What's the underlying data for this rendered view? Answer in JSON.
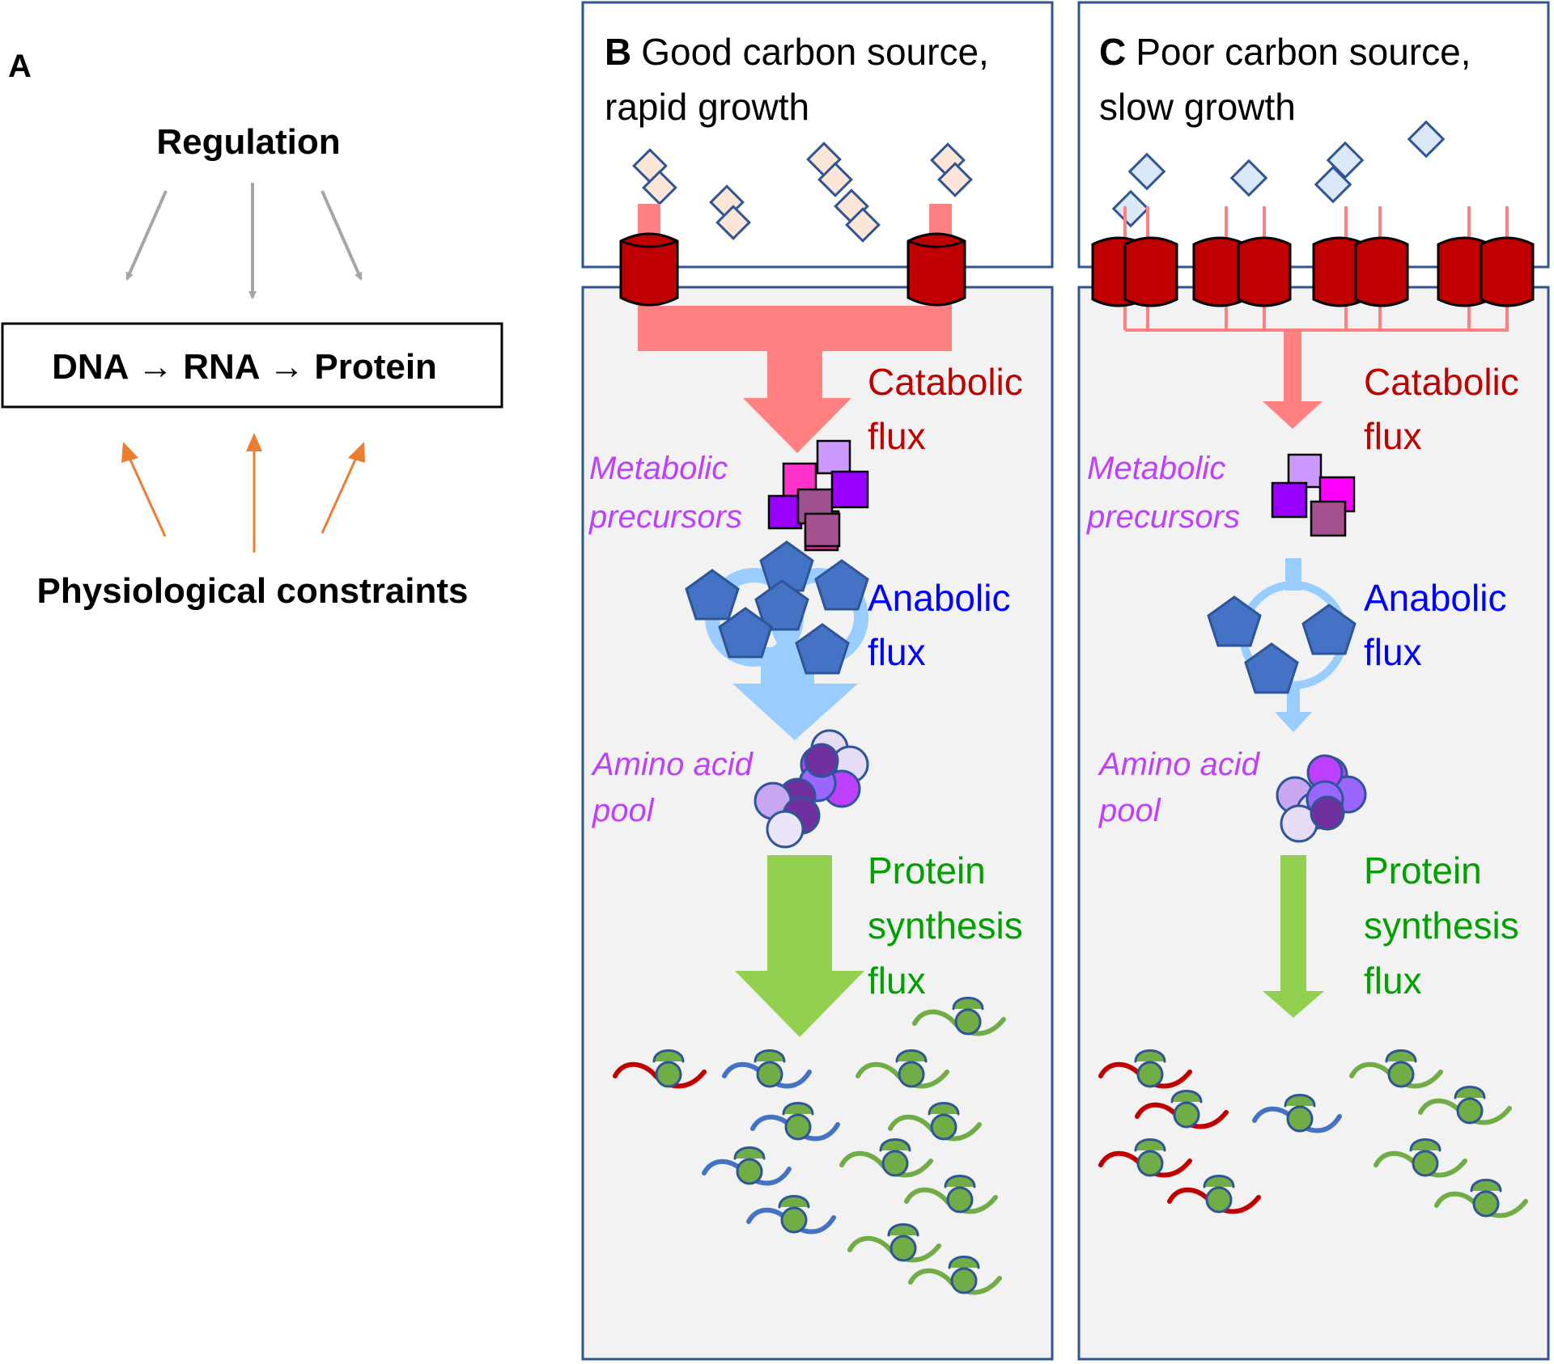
{
  "panel_a": {
    "letter": "A",
    "regulation": "Regulation",
    "dogma": "DNA → RNA → Protein",
    "constraints": "Physiological constraints"
  },
  "panel_b": {
    "letter": "B",
    "title_line1": "Good carbon source,",
    "title_line2": "rapid growth",
    "catabolic_line1": "Catabolic",
    "catabolic_line2": "flux",
    "precursors_line1": "Metabolic",
    "precursors_line2": "precursors",
    "anabolic_line1": "Anabolic",
    "anabolic_line2": "flux",
    "aa_line1": "Amino acid",
    "aa_line2": "pool",
    "synth_line1": "Protein",
    "synth_line2": "synthesis",
    "synth_line3": "flux"
  },
  "panel_c": {
    "letter": "C",
    "title_line1": "Poor carbon source,",
    "title_line2": "slow growth",
    "catabolic_line1": "Catabolic",
    "catabolic_line2": "flux",
    "precursors_line1": "Metabolic",
    "precursors_line2": "precursors",
    "anabolic_line1": "Anabolic",
    "anabolic_line2": "flux",
    "aa_line1": "Amino acid",
    "aa_line2": "pool",
    "synth_line1": "Protein",
    "synth_line2": "synthesis",
    "synth_line3": "flux"
  },
  "colors": {
    "regulation_arrow": "#a6a6a6",
    "constraint_arrow": "#ed7d31",
    "catabolic": "#c00000",
    "catabolic_arrow": "#ff8080",
    "anabolic": "#0000ff",
    "anabolic_arrow": "#99ccff",
    "precursor_label": "#bf3fff",
    "synthesis": "#00a000",
    "synthesis_arrow": "#92d050",
    "panel_border": "#2f5597",
    "cell_fill": "#f2f2f2",
    "transporter": "#c00000"
  }
}
